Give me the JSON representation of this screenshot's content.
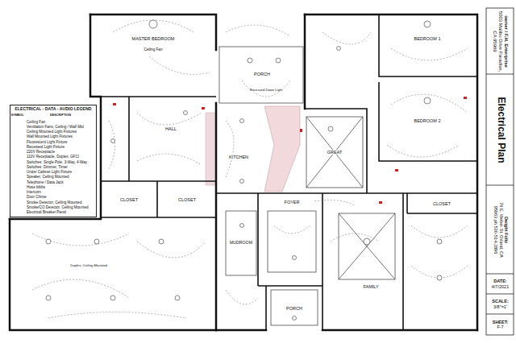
{
  "diagram": {
    "title": "Electrical Plan",
    "nodes": [
      {
        "text": [
          "ELECTRICAL - DATA - AUDIO LEGEND"
        ]
      },
      {
        "text": [
          "owner / F.H. Enterprise",
          "5003 Malibu Drive Paradise, CA 95969"
        ]
      },
      {
        "text": [
          "Dwight Foltz",
          "76 E. Weber St. Orland, CA",
          "95963 ph 530-514-2896"
        ]
      },
      {
        "text": [
          "DATE:",
          "4/7/2021"
        ]
      },
      {
        "text": [
          "SCALE:",
          "3/8\"=1'"
        ]
      },
      {
        "text": [
          "SHEET:",
          "F-7"
        ]
      }
    ],
    "labels": [
      "SYMBOL",
      "DESCRIPTION",
      "MASTER BEDROOM",
      "Ceiling Fan",
      "PORCH",
      "BEDROOM 1",
      "BEDROOM 2",
      "HALL",
      "CLOSET",
      "CLOSET",
      "KITCHEN",
      "GREAT",
      "FOYER",
      "MUDROOM",
      "PORCH",
      "FAMILY",
      "CLOSET",
      "Recessed Down Light",
      "Duplex, Ceiling Mounted"
    ],
    "legend": [
      {
        "text": "Ceiling Fan"
      },
      {
        "text": "Ventilation Fans, Ceiling / Wall Mtd"
      },
      {
        "text": "Ceiling Mounted Light Fixtures"
      },
      {
        "text": "Wall Mounted Light Fixtures"
      },
      {
        "text": "Fluorescent Light Fixture"
      },
      {
        "text": "Recessed Light Fixture"
      },
      {
        "text": "220V Receptacle"
      },
      {
        "text": "110V Receptacle, Duplex, GFCI"
      },
      {
        "text": "Switches: Single Pole, 3-Way, 4-Way"
      },
      {
        "text": "Switches: Dimmer, Timer"
      },
      {
        "text": "Under Cabinet Light Fixture"
      },
      {
        "text": "Speaker, Ceiling Mounted"
      },
      {
        "text": "Telephone / Data Jack"
      },
      {
        "text": "Hose bibbs"
      },
      {
        "text": "Intercom"
      },
      {
        "text": "Door Chime"
      },
      {
        "text": "Smoke Detector, Ceiling Mounted"
      },
      {
        "text": "Smoke/CO Detector, Ceiling Mounted"
      },
      {
        "text": "Electrical Breaker Panel"
      }
    ]
  }
}
